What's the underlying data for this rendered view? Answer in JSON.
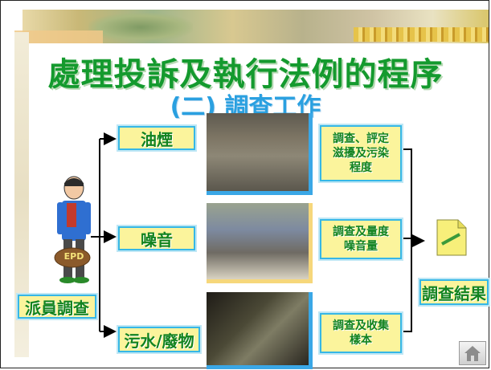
{
  "slide": {
    "title": "處理投訴及執行法例的程序",
    "subtitle": "(二) 調查工作"
  },
  "figure": {
    "badge": "EPD"
  },
  "start_node": "派員調查",
  "categories": [
    {
      "label": "油煙",
      "action": "調查、評定滋擾及污染程度"
    },
    {
      "label": "噪音",
      "action": "調查及量度噪音量"
    },
    {
      "label": "污水/廢物",
      "action": "調查及收集樣本"
    }
  ],
  "end_node": "調查結果",
  "icons": {
    "home": "home-icon",
    "document": "document-icon"
  },
  "colors": {
    "title": "#149a2e",
    "subtitle": "#2aa0e0",
    "box_fill": "#fbf49c",
    "box_border": "#36b7e6",
    "connector": "#000000"
  }
}
